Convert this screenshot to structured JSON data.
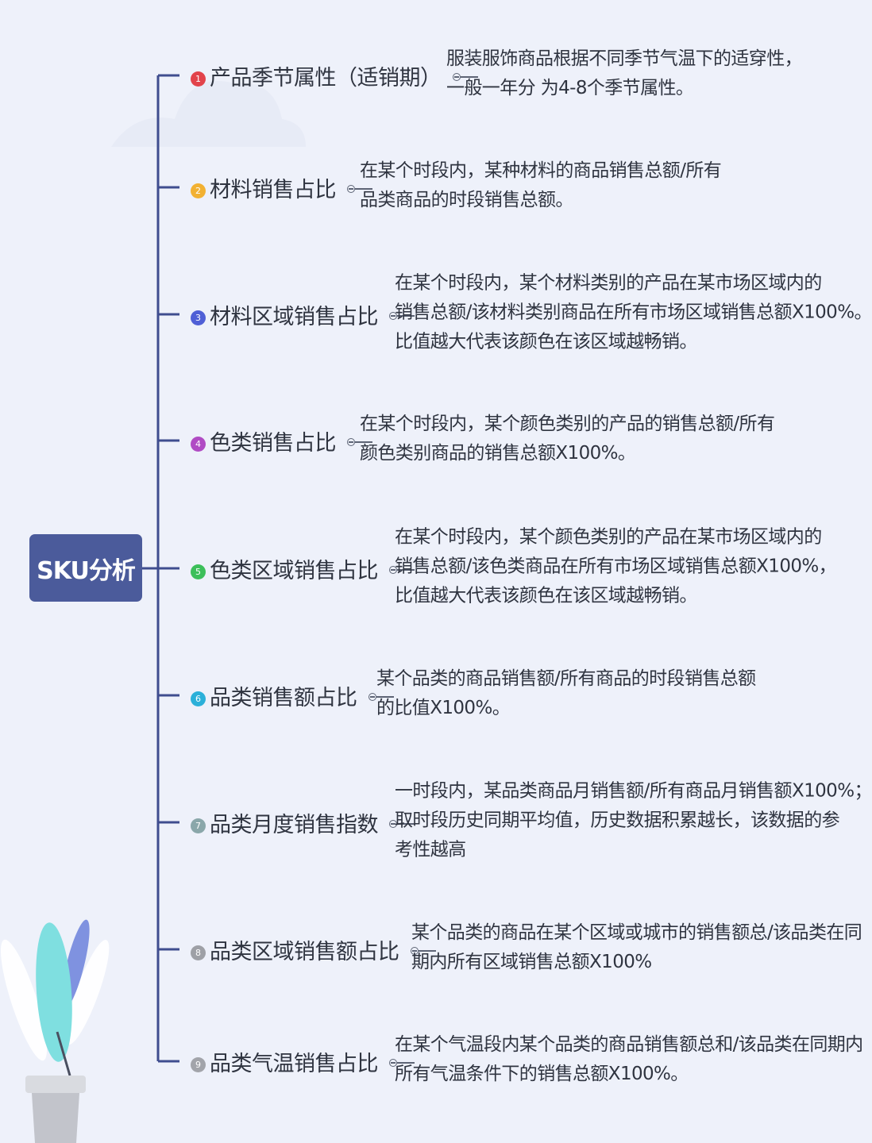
{
  "root": {
    "label": "SKU分析"
  },
  "branches": [
    {
      "num": "1",
      "color": "#e2434b",
      "label": "产品季节属性（适销期）",
      "desc": [
        "服装服饰商品根据不同季节气温下的适穿性，",
        "一般一年分 为4-8个季节属性。"
      ]
    },
    {
      "num": "2",
      "color": "#f2b132",
      "label": "材料销售占比",
      "desc": [
        "在某个时段内，某种材料的商品销售总额/所有",
        "品类商品的时段销售总额。"
      ]
    },
    {
      "num": "3",
      "color": "#4f5fd6",
      "label": "材料区域销售占比",
      "desc": [
        "在某个时段内，某个材料类别的产品在某市场区域内的",
        "销售总额/该材料类别商品在所有市场区域销售总额X100%。",
        "比值越大代表该颜色在该区域越畅销。"
      ]
    },
    {
      "num": "4",
      "color": "#b04bc4",
      "label": "色类销售占比",
      "desc": [
        "在某个时段内，某个颜色类别的产品的销售总额/所有",
        "颜色类别商品的销售总额X100%。"
      ]
    },
    {
      "num": "5",
      "color": "#3cbf5a",
      "label": "色类区域销售占比",
      "desc": [
        "在某个时段内，某个颜色类别的产品在某市场区域内的",
        "销售总额/该色类商品在所有市场区域销售总额X100%，",
        "比值越大代表该颜色在该区域越畅销。"
      ]
    },
    {
      "num": "6",
      "color": "#2bb0d9",
      "label": "品类销售额占比",
      "desc": [
        "某个品类的商品销售额/所有商品的时段销售总额",
        "的比值X100%。"
      ]
    },
    {
      "num": "7",
      "color": "#8aa7aa",
      "label": "品类月度销售指数",
      "desc": [
        "一时段内，某品类商品月销售额/所有商品月销售额X100%；",
        "取时段历史同期平均值，历史数据积累越长，该数据的参",
        "考性越高"
      ]
    },
    {
      "num": "8",
      "color": "#9ea0a6",
      "label": "品类区域销售额占比",
      "desc": [
        "某个品类的商品在某个区域或城市的销售额总/该品类在同",
        "期内所有区域销售总额X100%"
      ]
    },
    {
      "num": "9",
      "color": "#a2a4aa",
      "label": "品类气温销售占比",
      "desc": [
        "在某个气温段内某个品类的商品销售额总和/该品类在同期内",
        "所有气温条件下的销售总额X100%。"
      ]
    }
  ]
}
